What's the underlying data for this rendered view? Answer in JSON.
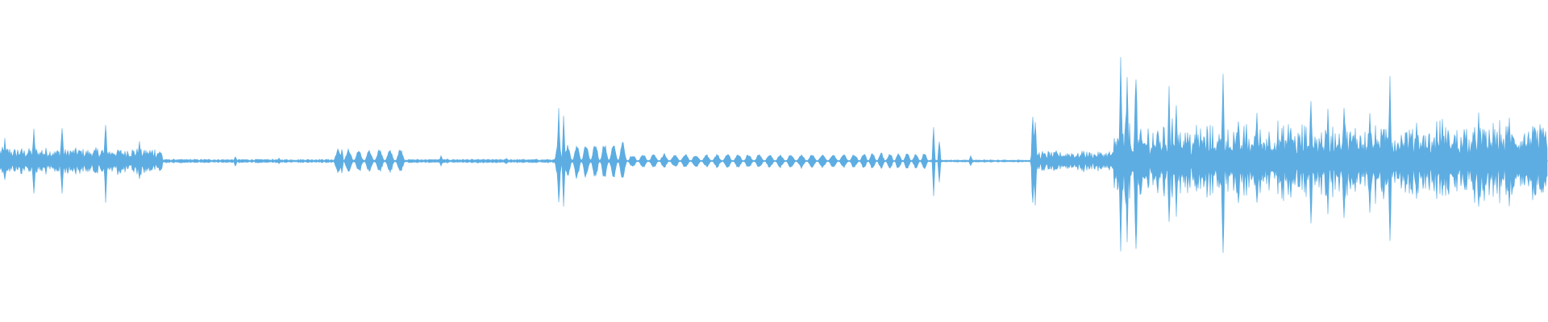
{
  "waveform": {
    "color": "#5dade2",
    "peak_amplitude": 1.0,
    "segments": [
      {
        "start": 0.0,
        "end": 0.105,
        "style": "noise",
        "amp": 0.08,
        "spikes": [
          [
            0.022,
            0.35
          ],
          [
            0.04,
            0.35
          ],
          [
            0.068,
            0.38
          ],
          [
            0.003,
            0.22
          ],
          [
            0.09,
            0.2
          ],
          [
            0.097,
            0.12
          ]
        ]
      },
      {
        "start": 0.105,
        "end": 0.215,
        "style": "flat",
        "amp": 0.012,
        "spikes": [
          [
            0.152,
            0.05
          ],
          [
            0.18,
            0.03
          ]
        ]
      },
      {
        "start": 0.215,
        "end": 0.262,
        "style": "pulses",
        "amp": 0.1,
        "count": 7,
        "spikes": [
          [
            0.221,
            0.12
          ]
        ]
      },
      {
        "start": 0.262,
        "end": 0.358,
        "style": "flat",
        "amp": 0.012,
        "spikes": [
          [
            0.285,
            0.05
          ],
          [
            0.327,
            0.03
          ]
        ]
      },
      {
        "start": 0.358,
        "end": 0.405,
        "style": "pulses",
        "amp": 0.16,
        "count": 8,
        "spikes": [
          [
            0.361,
            0.48
          ],
          [
            0.364,
            0.42
          ]
        ]
      },
      {
        "start": 0.405,
        "end": 0.555,
        "style": "pulses",
        "amp": 0.06,
        "count": 22,
        "spikes": []
      },
      {
        "start": 0.555,
        "end": 0.6,
        "style": "pulses",
        "amp": 0.07,
        "count": 8,
        "spikes": [
          [
            0.603,
            0.32
          ],
          [
            0.607,
            0.22
          ]
        ]
      },
      {
        "start": 0.6,
        "end": 0.666,
        "style": "flat",
        "amp": 0.008,
        "spikes": [
          [
            0.627,
            0.05
          ],
          [
            0.645,
            0.01
          ]
        ]
      },
      {
        "start": 0.666,
        "end": 0.72,
        "style": "noise",
        "amp": 0.06,
        "spikes": [
          [
            0.667,
            0.5
          ],
          [
            0.669,
            0.4
          ],
          [
            0.7,
            0.1
          ]
        ]
      },
      {
        "start": 0.72,
        "end": 1.0,
        "style": "burst",
        "amp": 0.18,
        "spikes": [
          [
            0.724,
            0.95
          ],
          [
            0.728,
            0.8
          ],
          [
            0.734,
            0.98
          ],
          [
            0.755,
            0.7
          ],
          [
            0.76,
            0.55
          ],
          [
            0.79,
            0.95
          ],
          [
            0.812,
            0.5
          ],
          [
            0.834,
            0.4
          ],
          [
            0.847,
            0.65
          ],
          [
            0.858,
            0.48
          ],
          [
            0.868,
            0.6
          ],
          [
            0.885,
            0.5
          ],
          [
            0.898,
            0.82
          ],
          [
            0.915,
            0.45
          ],
          [
            0.932,
            0.4
          ],
          [
            0.955,
            0.48
          ],
          [
            0.975,
            0.45
          ],
          [
            0.99,
            0.4
          ]
        ]
      }
    ]
  }
}
